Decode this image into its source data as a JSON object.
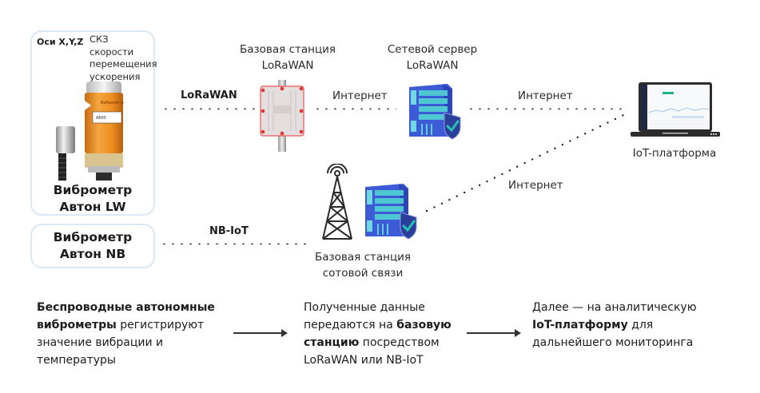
{
  "devices": {
    "lw": {
      "axes_label": "Оси X,Y,Z",
      "params_lines": [
        "СКЗ",
        "скорости",
        "перемещения",
        "ускорения"
      ],
      "title_line1": "Виброметр",
      "title_line2": "Автон LW"
    },
    "nb": {
      "title_line1": "Виброметр",
      "title_line2": "Автон NB"
    }
  },
  "nodes": {
    "lorawan_base": {
      "line1": "Базовая станция",
      "line2": "LoRaWAN"
    },
    "network_server": {
      "line1": "Сетевой сервер",
      "line2": "LoRaWAN"
    },
    "iot_platform": {
      "label": "IoT-платформа"
    },
    "cell_base": {
      "line1": "Базовая станция",
      "line2": "сотовой связи"
    }
  },
  "links": {
    "lorawan": "LoRaWAN",
    "internet1": "Интернет",
    "internet2": "Интернет",
    "internet3": "Интернет",
    "nbiot": "NB-IoT"
  },
  "steps": [
    {
      "lines": [
        [
          {
            "t": "Беспроводные автономные",
            "b": true
          }
        ],
        [
          {
            "t": "виброметры",
            "b": true
          },
          {
            "t": " регистрируют",
            "b": false
          }
        ],
        [
          {
            "t": "значение вибрации и",
            "b": false
          }
        ],
        [
          {
            "t": "температуры",
            "b": false
          }
        ]
      ]
    },
    {
      "lines": [
        [
          {
            "t": "Полученные данные",
            "b": false
          }
        ],
        [
          {
            "t": "передаются на ",
            "b": false
          },
          {
            "t": "базовую",
            "b": true
          }
        ],
        [
          {
            "t": "станцию",
            "b": true
          },
          {
            "t": " посредством",
            "b": false
          }
        ],
        [
          {
            "t": "LoRaWAN или NB-IoT",
            "b": false
          }
        ]
      ]
    },
    {
      "lines": [
        [
          {
            "t": "Далее — на аналитическую",
            "b": false
          }
        ],
        [
          {
            "t": "IoT-платформу",
            "b": true
          },
          {
            "t": " для",
            "b": false
          }
        ],
        [
          {
            "t": "дальнейшего мониторинга",
            "b": false
          }
        ]
      ]
    }
  ],
  "colors": {
    "box_border": "#d8e8f5",
    "sensor_orange": "#e8871e",
    "server_blue": "#3d5bd6",
    "shield_teal": "#28c2b0",
    "antenna_red": "#e03535"
  }
}
